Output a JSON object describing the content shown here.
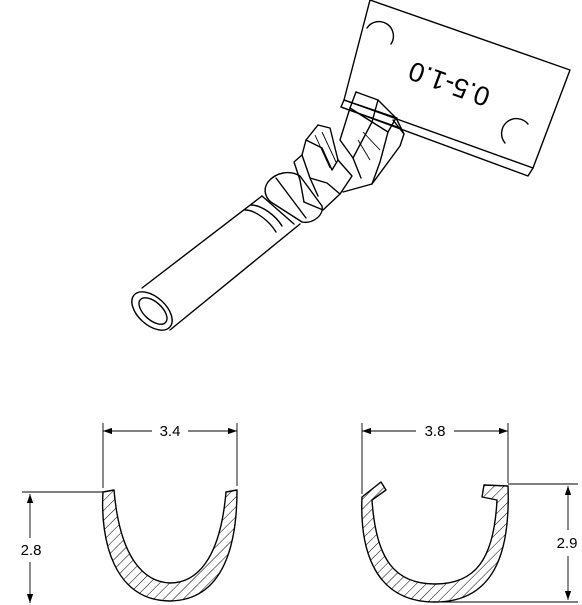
{
  "tag": {
    "marking": "0.5-1.0"
  },
  "crimp_left": {
    "width_label": "3.4",
    "height_label": "2.8"
  },
  "crimp_right": {
    "width_label": "3.8",
    "height_label": "2.9"
  }
}
